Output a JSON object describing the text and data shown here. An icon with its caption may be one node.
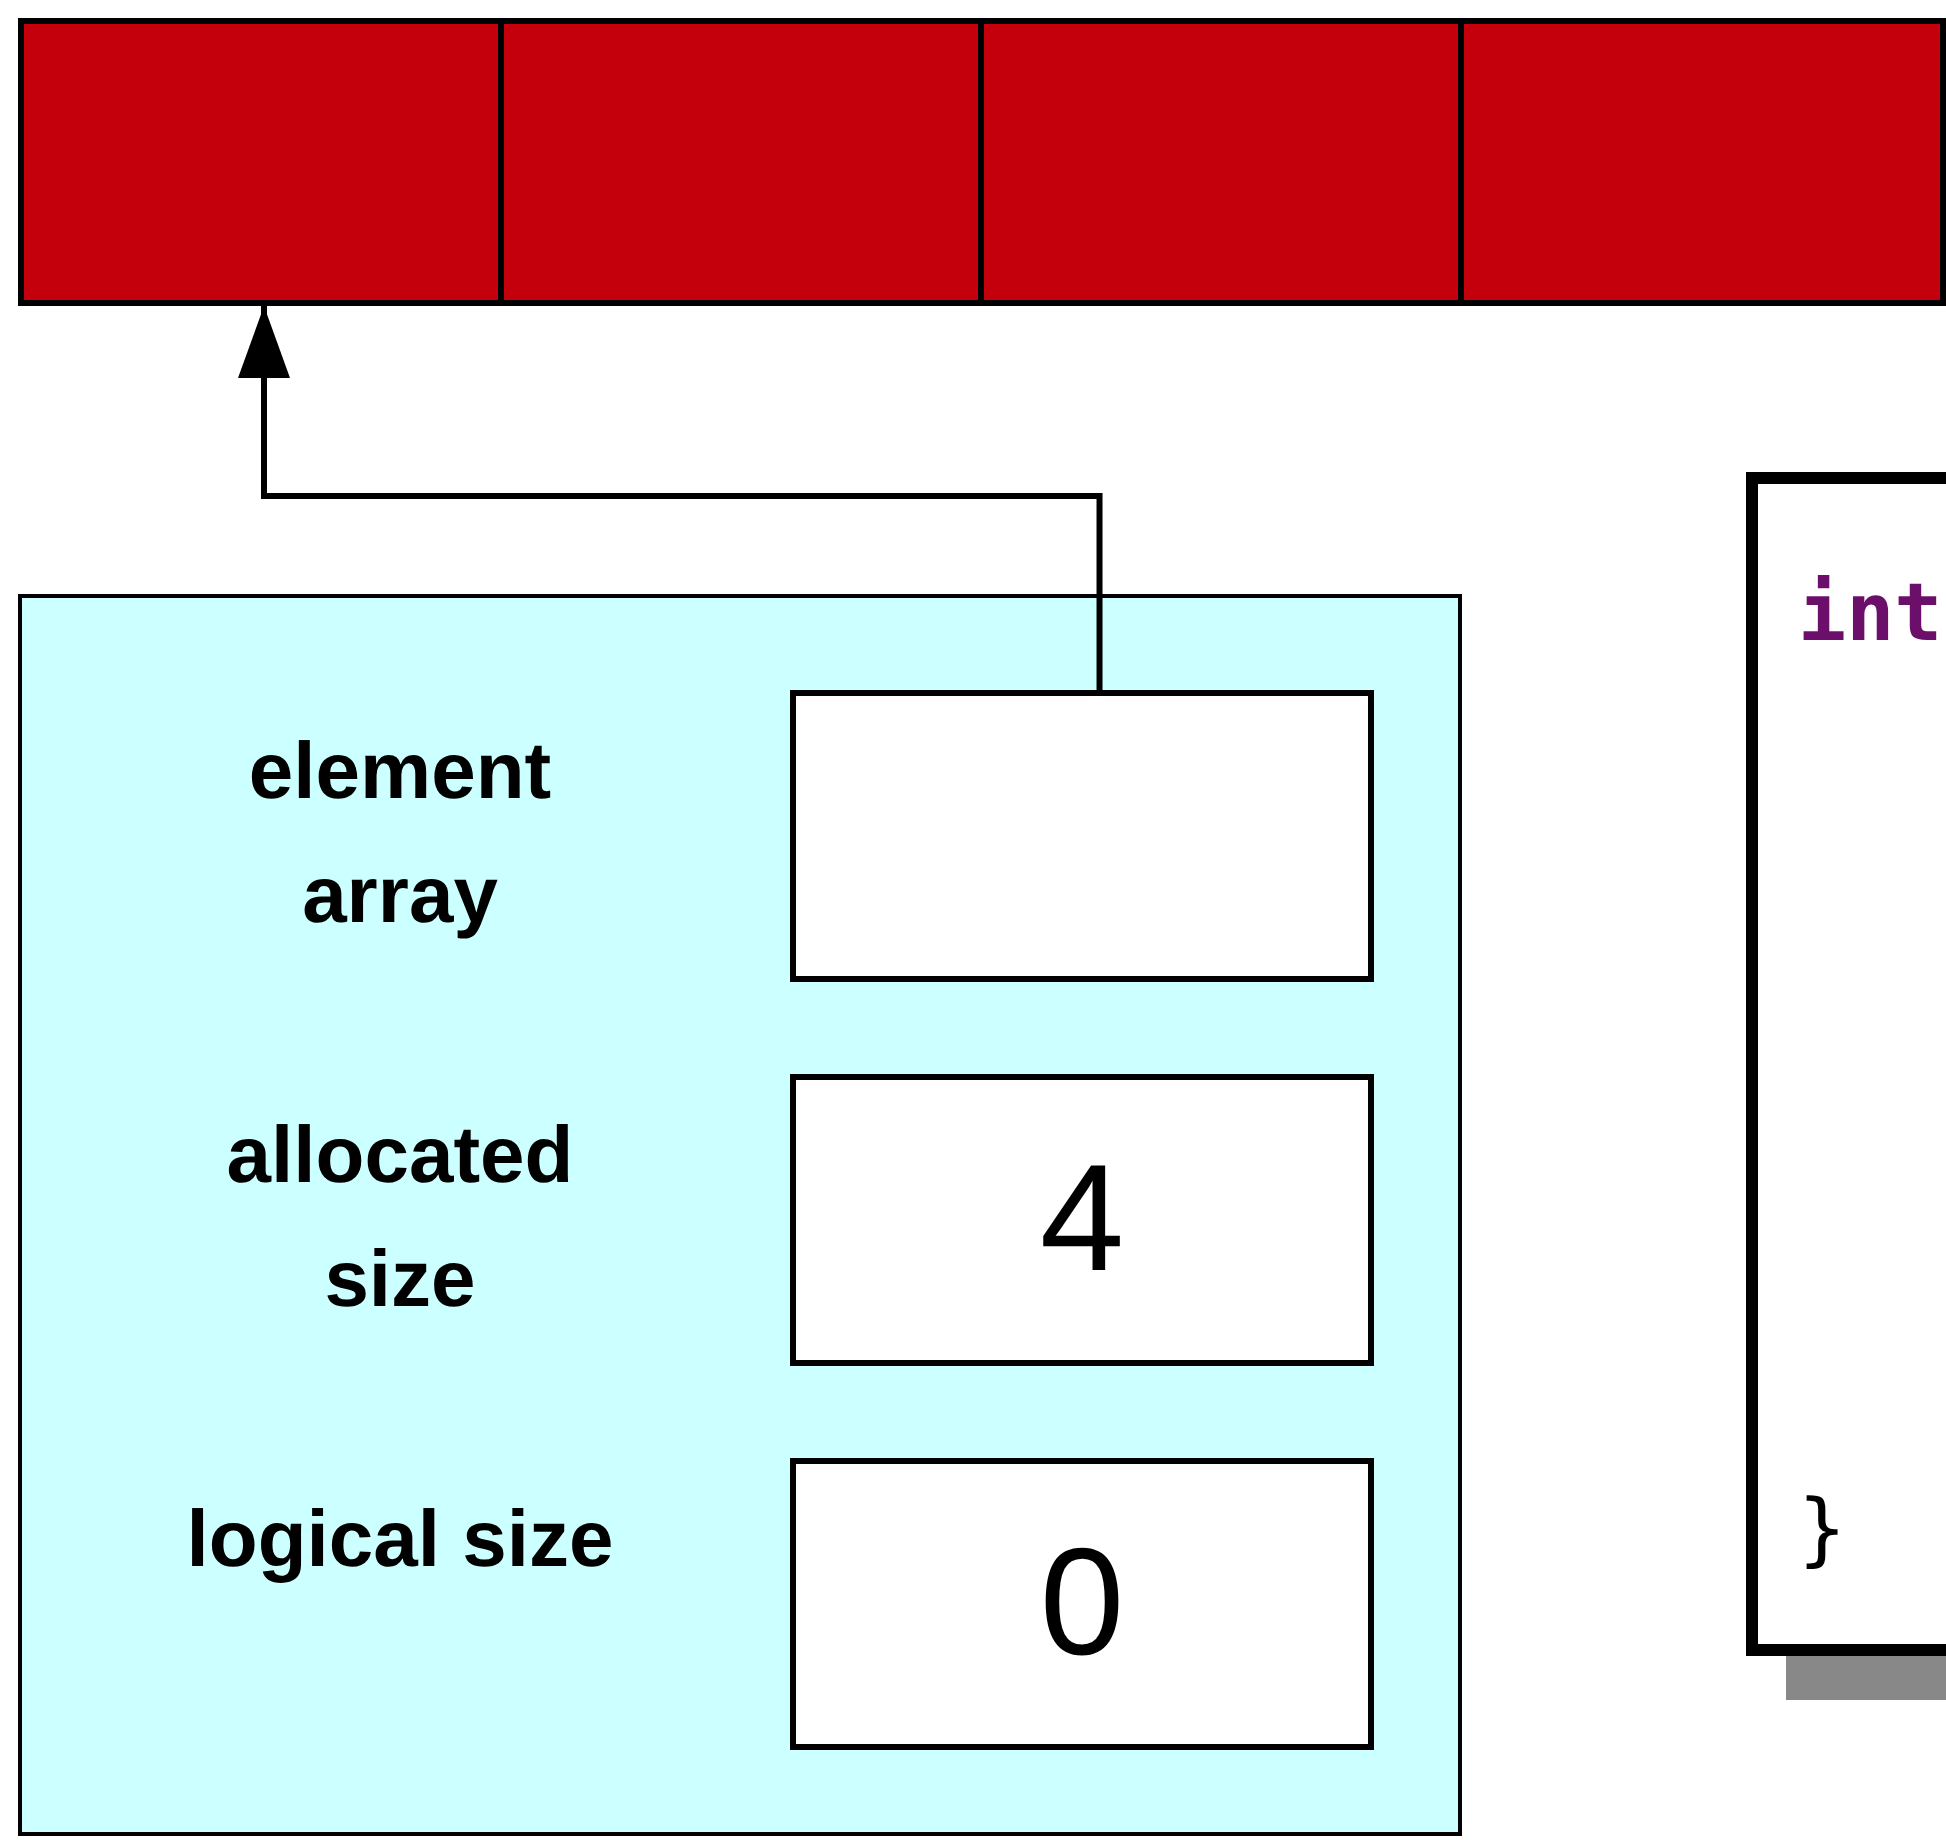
{
  "diagram": {
    "nodes": [
      {
        "text": [],
        "shape": "box"
      },
      {
        "text": [],
        "shape": "box"
      },
      {
        "text": [],
        "shape": "box"
      },
      {
        "text": [],
        "shape": "box"
      },
      {
        "text": [],
        "shape": "box"
      },
      {
        "text": [],
        "shape": "box",
        "in": 4,
        "beside": [
          "element array"
        ]
      },
      {
        "text": [
          "4"
        ],
        "in": 4,
        "beside": [
          "allocated size"
        ]
      },
      {
        "text": [
          "0"
        ],
        "in": 4,
        "beside": [
          "logical size"
        ]
      },
      {
        "text": [
          "int",
          "}"
        ]
      }
    ],
    "edges": [
      {
        "from": 5,
        "to": 0,
        "arrow": "to"
      }
    ]
  }
}
